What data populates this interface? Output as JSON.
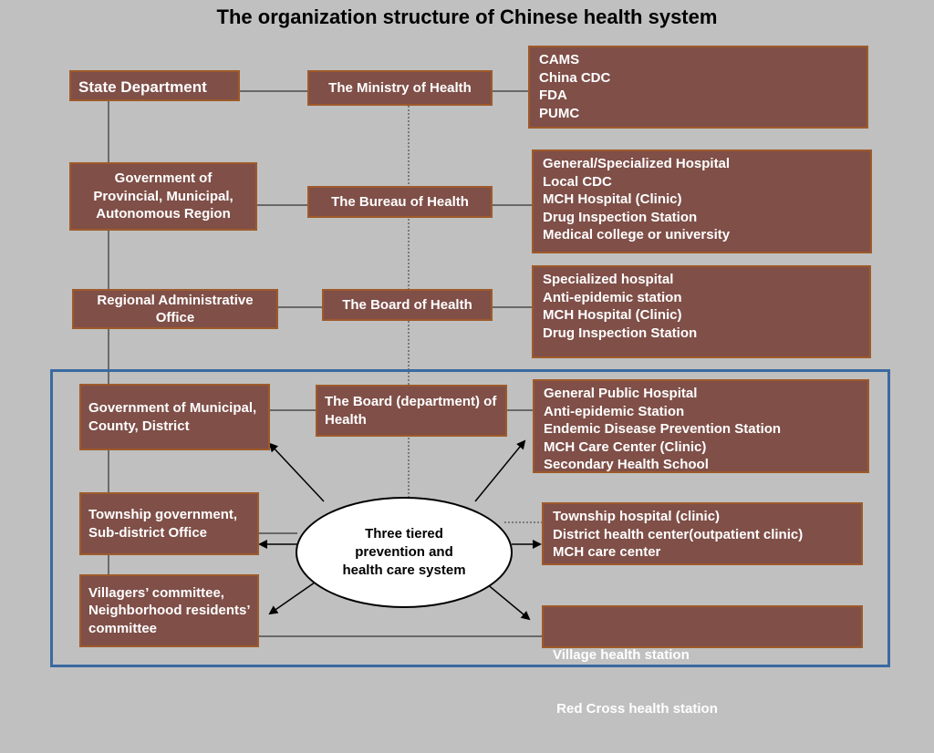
{
  "title": "The organization structure of Chinese health system",
  "left_column": {
    "state": "State Department",
    "provincial": "Government of Provincial, Municipal, Autonomous Region",
    "regional": "Regional Administrative Office",
    "municipal": "Government of Municipal, County, District",
    "township": "Township government, Sub-district Office",
    "village": "Villagers’ committee, Neighborhood residents’ committee"
  },
  "middle_column": {
    "ministry": "The Ministry of Health",
    "bureau": "The Bureau of Health",
    "board": "The Board of Health",
    "board_dept": "The Board (department) of Health"
  },
  "right_column": {
    "ministry_units": [
      "CAMS",
      "China CDC",
      "FDA",
      "PUMC"
    ],
    "bureau_units": [
      "General/Specialized Hospital",
      "Local CDC",
      "MCH Hospital (Clinic)",
      "Drug Inspection Station",
      "Medical college or university"
    ],
    "board_units": [
      "Specialized hospital",
      "Anti-epidemic station",
      "MCH  Hospital (Clinic)",
      "Drug Inspection Station"
    ],
    "board_dept_units": [
      "General Public Hospital",
      "Anti-epidemic Station",
      "Endemic Disease Prevention Station",
      "MCH Care Center (Clinic)",
      "Secondary Health School"
    ],
    "township_units": [
      "Township hospital (clinic)",
      "District health center(outpatient clinic)",
      "MCH care center"
    ],
    "village_units": [
      "Village health station",
      " Red Cross health station"
    ]
  },
  "center": "Three tiered prevention and health care system",
  "colors": {
    "box_fill": "#7f4f48",
    "box_border": "#9e5a2a",
    "background": "#c0c0c0",
    "frame": "#3a6aa0"
  }
}
